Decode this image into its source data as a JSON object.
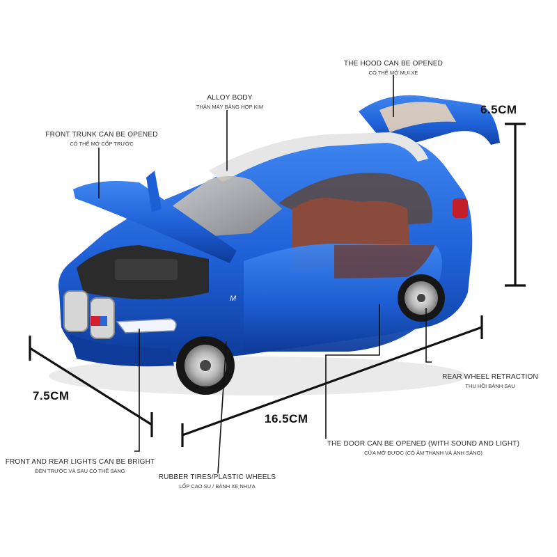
{
  "dimensions": {
    "height": "6.5CM",
    "width": "7.5CM",
    "length": "16.5CM"
  },
  "callouts": {
    "hood": {
      "en": "THE HOOD CAN BE OPENED",
      "vi": "CÓ THỂ MỞ MUI XE"
    },
    "alloy": {
      "en": "ALLOY BODY",
      "vi": "THÂN MÁY BẰNG HỢP KIM"
    },
    "front_trunk": {
      "en": "FRONT TRUNK CAN BE OPENED",
      "vi": "CÓ THỂ MỞ CỐP TRƯỚC"
    },
    "rear_wheel": {
      "en": "REAR WHEEL RETRACTION",
      "vi": "THU HỒI BÁNH SAU"
    },
    "door": {
      "en": "THE DOOR CAN BE OPENED (WITH SOUND AND LIGHT)",
      "vi": "CỬA MỞ ĐƯỢC (CÓ ÂM THANH VÀ ÁNH SÁNG)"
    },
    "lights": {
      "en": "FRONT AND REAR LIGHTS CAN BE BRIGHT",
      "vi": "ĐÈN TRƯỚC VÀ SAU CÓ THỂ SÁNG"
    },
    "tires": {
      "en": "RUBBER TIRES/PLASTIC WHEELS",
      "vi": "LỐP CAO SU / BÁNH XE NHỰA"
    }
  },
  "colors": {
    "car_body": "#1e5fd6",
    "car_dark": "#0f3c9a",
    "interior": "#8a4a3c",
    "line": "#111111"
  }
}
